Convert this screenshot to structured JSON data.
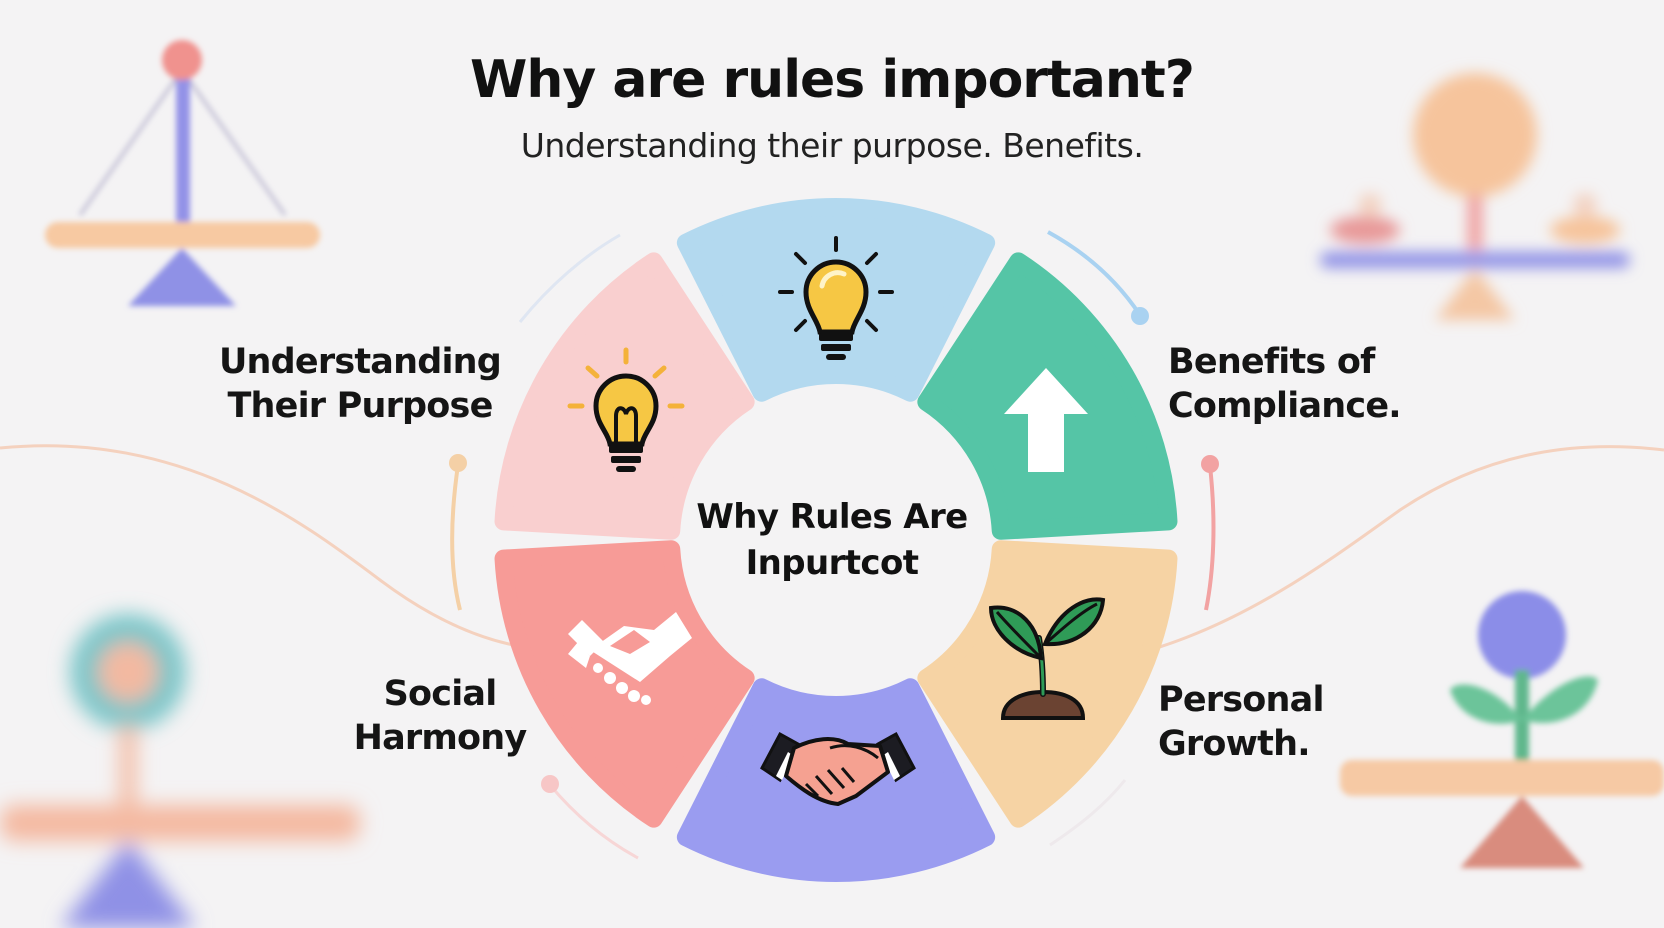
{
  "header": {
    "title": "Why are rules important?",
    "subtitle": "Understanding their purpose. Benefits."
  },
  "center": {
    "line1": "Why Rules Are",
    "line2": "Inpurtcot"
  },
  "labels": {
    "purpose": [
      "Understanding",
      "Their Purpose"
    ],
    "compliance": [
      "Benefits of",
      "Compliance."
    ],
    "social": [
      "Social",
      "Harmony"
    ],
    "growth": [
      "Personal",
      "Growth."
    ]
  },
  "segments": [
    {
      "id": "top",
      "color": "#b3d9ef",
      "icon": "lightbulb-icon"
    },
    {
      "id": "upper-right",
      "color": "#55c5a6",
      "icon": "arrow-up-icon"
    },
    {
      "id": "lower-right",
      "color": "#f6d3a4",
      "icon": "sprout-icon"
    },
    {
      "id": "bottom",
      "color": "#9a9cf0",
      "icon": "handshake-icon"
    },
    {
      "id": "lower-left",
      "color": "#f79b97",
      "icon": "handshake-icon"
    },
    {
      "id": "upper-left",
      "color": "#f9cfcf",
      "icon": "lightbulb-icon"
    }
  ],
  "colors": {
    "background": "#f4f3f4",
    "bulb": "#f6c744",
    "plant_green": "#2f9b57",
    "soil": "#6b4332",
    "orbit_blue": "#a9d2f1",
    "orbit_pink": "#f2a2a2",
    "orbit_peach": "#f4d0a6"
  }
}
